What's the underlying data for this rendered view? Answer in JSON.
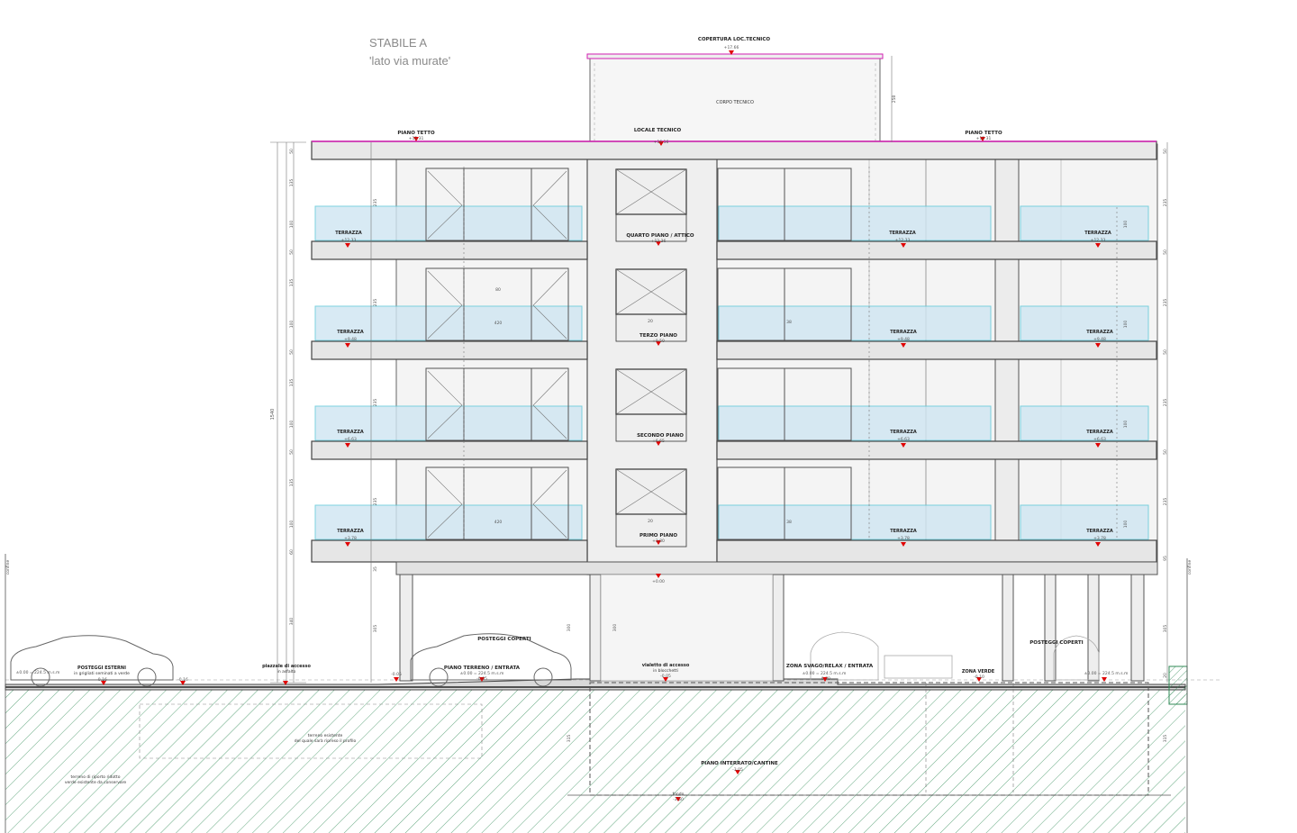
{
  "title": {
    "main": "STABILE A",
    "sub": "'lato via murate'"
  },
  "levels": {
    "roof_tech": {
      "label": "COPERTURA LOC.TECNICO",
      "elev": "+17.66"
    },
    "tech_body": {
      "label": "CORPO TECNICO"
    },
    "tech_room": {
      "label": "LOCALE TECNICO",
      "elev": "+16.16"
    },
    "roof_left": {
      "label": "PIANO TETTO",
      "elev": "+15.31"
    },
    "roof_right": {
      "label": "PIANO TETTO",
      "elev": "+15.31"
    },
    "floor4": {
      "label": "QUARTO PIANO / ATTICO",
      "elev": "+12.36"
    },
    "floor3": {
      "label": "TERZO PIANO",
      "elev": "+9.50"
    },
    "floor2": {
      "label": "SECONDO PIANO",
      "elev": "+6.65"
    },
    "floor1": {
      "label": "PRIMO PIANO",
      "elev": "+3.80"
    },
    "ground_pm": {
      "elev": "+0.00"
    }
  },
  "terraces": {
    "label": "TERRAZZA",
    "f4": "+12.33",
    "f3": "+9.48",
    "f2": "+6.63",
    "f1": "+3.78"
  },
  "ground": {
    "posteggi_esterni": {
      "label": "POSTEGGI ESTERNI",
      "sub": "in grigliati seminati a verde",
      "elev": "±0.00 = 224.5 m.s.m",
      "elev2": "-0.16"
    },
    "piazzale": {
      "label": "piazzale di accesso",
      "sub": "in asfalto",
      "elev": "-0.05"
    },
    "posteggi_coperti_l": {
      "label": "POSTEGGI COPERTI"
    },
    "piano_terreno": {
      "label": "PIANO TERRENO / ENTRATA",
      "elev": "±0.00 = 224.5 m.s.m",
      "elev2": "-0.05"
    },
    "vialetto": {
      "label": "vialetto di accesso",
      "sub": "in blocchetti",
      "elev": "-0.05"
    },
    "zona_svago": {
      "label": "ZONA SVAGO/RELAX / ENTRATA",
      "elev": "±0.00 = 224.5 m.s.m",
      "elev2": "-0.70"
    },
    "zona_verde": {
      "label": "ZONA VERDE",
      "elev": "-0.10"
    },
    "posteggi_coperti_r": {
      "label": "POSTEGGI COPERTI",
      "elev": "±0.00 = 224.5 m.s.m"
    },
    "basement": {
      "label": "PIANO INTERRATO/CANTINE",
      "elev": "-3.05"
    },
    "fondo": {
      "label": "fondo",
      "elev": "-3.50"
    },
    "note_left": "terreno di riporto ridotto",
    "note_left2": "verde esistente da conservare",
    "note_mid": "terreno esistente",
    "note_mid2": "del quale sarà ripreso il profilo"
  },
  "dims": {
    "total": "1540",
    "d50": "50",
    "d135": "135",
    "d100": "100",
    "d235": "235",
    "d340": "340",
    "d305": "305",
    "d300": "300",
    "d258": "258",
    "d315": "315",
    "d60": "60",
    "d95": "95",
    "d20": "20",
    "d420": "420",
    "d38": "38",
    "d80": "80",
    "d35": "35",
    "confine": "confine"
  },
  "colors": {
    "line": "#555555",
    "glass": "#cfe6f2",
    "glass_edge": "#5cc8d8",
    "magenta": "#d21fb2",
    "marker": "#e00000",
    "hatch": "#2f8a55",
    "ground_fill": "#f3f8f5"
  }
}
